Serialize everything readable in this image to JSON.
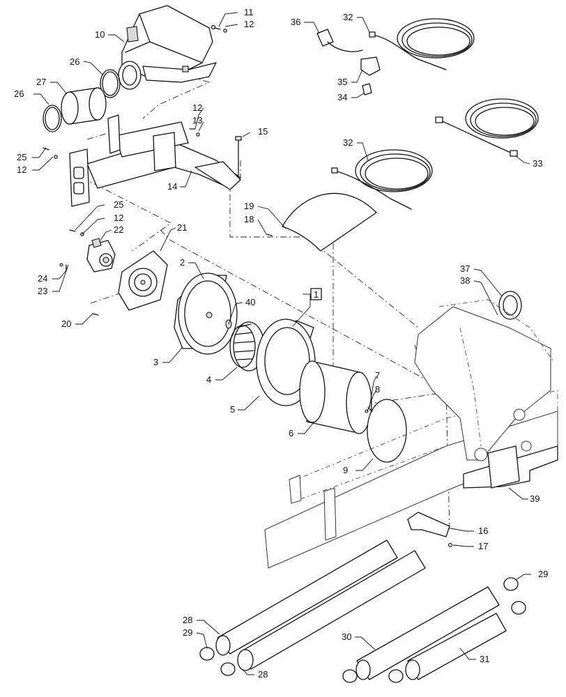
{
  "diagram": {
    "callouts": {
      "c1": "1",
      "c2": "2",
      "c3": "3",
      "c4": "4",
      "c5": "5",
      "c6": "6",
      "c7": "7",
      "c8": "8",
      "c9": "9",
      "c10": "10",
      "c11": "11",
      "c12a": "12",
      "c12b": "12",
      "c12c": "12",
      "c12d": "12",
      "c13": "13",
      "c14": "14",
      "c15": "15",
      "c16": "16",
      "c17": "17",
      "c18": "18",
      "c19": "19",
      "c20": "20",
      "c21": "21",
      "c22": "22",
      "c23": "23",
      "c24": "24",
      "c25a": "25",
      "c25b": "25",
      "c26a": "26",
      "c26b": "26",
      "c27": "27",
      "c28a": "28",
      "c28b": "28",
      "c29a": "29",
      "c29b": "29",
      "c30": "30",
      "c31": "31",
      "c32a": "32",
      "c32b": "32",
      "c33": "33",
      "c34": "34",
      "c35": "35",
      "c36": "36",
      "c37": "37",
      "c38": "38",
      "c39": "39",
      "c40": "40"
    }
  }
}
